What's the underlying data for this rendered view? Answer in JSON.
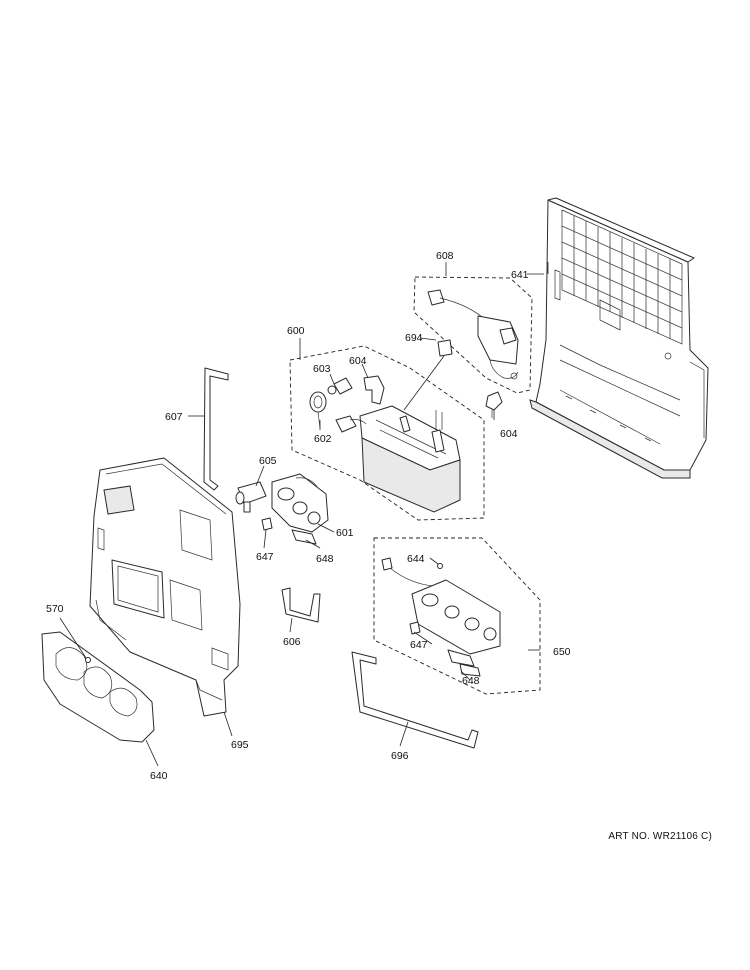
{
  "art_number": "ART NO. WR21106 C)",
  "callouts": {
    "c600": "600",
    "c601": "601",
    "c602": "602",
    "c603": "603",
    "c604a": "604",
    "c604b": "604",
    "c605": "605",
    "c606": "606",
    "c607": "607",
    "c608": "608",
    "c640": "640",
    "c641": "641",
    "c644": "644",
    "c647a": "647",
    "c647b": "647",
    "c648a": "648",
    "c648b": "648",
    "c650": "650",
    "c694": "694",
    "c695": "695",
    "c696": "696",
    "c570": "570"
  }
}
